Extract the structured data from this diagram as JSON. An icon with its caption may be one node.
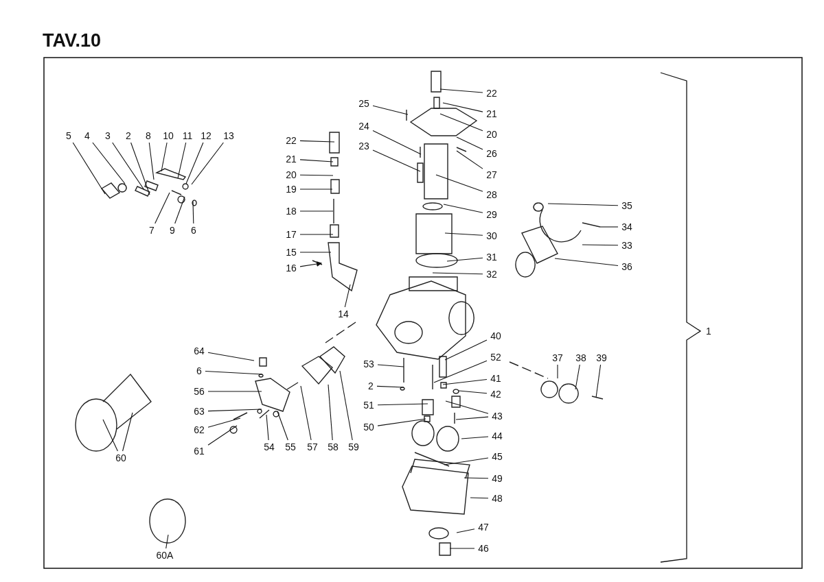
{
  "diagram": {
    "title": "TAV.10",
    "nodes": [
      {
        "text": [
          "5"
        ]
      },
      {
        "text": [
          "4"
        ]
      },
      {
        "text": [
          "3"
        ]
      },
      {
        "text": [
          "2"
        ]
      },
      {
        "text": [
          "8"
        ]
      },
      {
        "text": [
          "10"
        ]
      },
      {
        "text": [
          "11"
        ]
      },
      {
        "text": [
          "12"
        ]
      },
      {
        "text": [
          "13"
        ]
      },
      {
        "text": [
          "7"
        ]
      },
      {
        "text": [
          "9"
        ]
      },
      {
        "text": [
          "6"
        ]
      },
      {
        "text": [
          "22"
        ]
      },
      {
        "text": [
          "21"
        ]
      },
      {
        "text": [
          "20"
        ]
      },
      {
        "text": [
          "19"
        ]
      },
      {
        "text": [
          "18"
        ]
      },
      {
        "text": [
          "17"
        ]
      },
      {
        "text": [
          "15"
        ]
      },
      {
        "text": [
          "16"
        ]
      },
      {
        "text": [
          "14"
        ]
      },
      {
        "text": [
          "22"
        ]
      },
      {
        "text": [
          "25"
        ]
      },
      {
        "text": [
          "21"
        ]
      },
      {
        "text": [
          "20"
        ]
      },
      {
        "text": [
          "24"
        ]
      },
      {
        "text": [
          "26"
        ]
      },
      {
        "text": [
          "23"
        ]
      },
      {
        "text": [
          "27"
        ]
      },
      {
        "text": [
          "28"
        ]
      },
      {
        "text": [
          "29"
        ]
      },
      {
        "text": [
          "30"
        ]
      },
      {
        "text": [
          "31"
        ]
      },
      {
        "text": [
          "32"
        ]
      },
      {
        "text": [
          "35"
        ]
      },
      {
        "text": [
          "34"
        ]
      },
      {
        "text": [
          "33"
        ]
      },
      {
        "text": [
          "36"
        ]
      },
      {
        "text": [
          "40"
        ]
      },
      {
        "text": [
          "64"
        ]
      },
      {
        "text": [
          "53"
        ]
      },
      {
        "text": [
          "52"
        ]
      },
      {
        "text": [
          "37"
        ]
      },
      {
        "text": [
          "38"
        ]
      },
      {
        "text": [
          "39"
        ]
      },
      {
        "text": [
          "6"
        ]
      },
      {
        "text": [
          "2"
        ]
      },
      {
        "text": [
          "41"
        ]
      },
      {
        "text": [
          "42"
        ]
      },
      {
        "text": [
          "56"
        ]
      },
      {
        "text": [
          "51"
        ]
      },
      {
        "text": [
          "63"
        ]
      },
      {
        "text": [
          "43"
        ]
      },
      {
        "text": [
          "62"
        ]
      },
      {
        "text": [
          "50"
        ]
      },
      {
        "text": [
          "44"
        ]
      },
      {
        "text": [
          "61"
        ]
      },
      {
        "text": [
          "54"
        ]
      },
      {
        "text": [
          "55"
        ]
      },
      {
        "text": [
          "57"
        ]
      },
      {
        "text": [
          "58"
        ]
      },
      {
        "text": [
          "59"
        ]
      },
      {
        "text": [
          "60"
        ]
      },
      {
        "text": [
          "45"
        ]
      },
      {
        "text": [
          "49"
        ]
      },
      {
        "text": [
          "48"
        ]
      },
      {
        "text": [
          "47"
        ]
      },
      {
        "text": [
          "46"
        ]
      },
      {
        "text": [
          "60A"
        ]
      }
    ],
    "edges": [
      {
        "from": 0,
        "to": null,
        "arrow": "none"
      },
      {
        "from": 1,
        "to": null,
        "arrow": "none"
      },
      {
        "from": 2,
        "to": null,
        "arrow": "none"
      },
      {
        "from": 3,
        "to": null,
        "arrow": "none"
      },
      {
        "from": 4,
        "to": null,
        "arrow": "none"
      },
      {
        "from": 5,
        "to": null,
        "arrow": "none"
      },
      {
        "from": 6,
        "to": null,
        "arrow": "none"
      },
      {
        "from": 7,
        "to": null,
        "arrow": "none"
      },
      {
        "from": 8,
        "to": null,
        "arrow": "none"
      },
      {
        "from": 9,
        "to": null,
        "arrow": "none"
      },
      {
        "from": 10,
        "to": null,
        "arrow": "none"
      },
      {
        "from": 11,
        "to": null,
        "arrow": "none"
      },
      {
        "from": 12,
        "to": null,
        "arrow": "none"
      },
      {
        "from": 13,
        "to": null,
        "arrow": "none"
      },
      {
        "from": 14,
        "to": null,
        "arrow": "none"
      },
      {
        "from": 15,
        "to": null,
        "arrow": "none"
      },
      {
        "from": 16,
        "to": null,
        "arrow": "none"
      },
      {
        "from": 17,
        "to": null,
        "arrow": "none"
      },
      {
        "from": 18,
        "to": null,
        "arrow": "none"
      },
      {
        "from": 19,
        "to": null,
        "arrow": "to"
      },
      {
        "from": 20,
        "to": null,
        "arrow": "none"
      },
      {
        "from": 21,
        "to": null,
        "arrow": "none"
      },
      {
        "from": 22,
        "to": null,
        "arrow": "none"
      },
      {
        "from": 23,
        "to": null,
        "arrow": "none"
      },
      {
        "from": 24,
        "to": null,
        "arrow": "none"
      },
      {
        "from": 25,
        "to": null,
        "arrow": "none"
      },
      {
        "from": 26,
        "to": null,
        "arrow": "none"
      },
      {
        "from": 27,
        "to": null,
        "arrow": "none"
      },
      {
        "from": 28,
        "to": null,
        "arrow": "none"
      },
      {
        "from": 29,
        "to": null,
        "arrow": "none"
      },
      {
        "from": 30,
        "to": null,
        "arrow": "none"
      },
      {
        "from": 31,
        "to": null,
        "arrow": "none"
      },
      {
        "from": 32,
        "to": null,
        "arrow": "none"
      },
      {
        "from": 33,
        "to": null,
        "arrow": "none"
      },
      {
        "from": 34,
        "to": null,
        "arrow": "none"
      },
      {
        "from": 35,
        "to": null,
        "arrow": "none"
      },
      {
        "from": 36,
        "to": null,
        "arrow": "none"
      },
      {
        "from": 37,
        "to": null,
        "arrow": "none"
      },
      {
        "from": 38,
        "to": null,
        "arrow": "none"
      },
      {
        "from": 39,
        "to": null,
        "arrow": "none"
      },
      {
        "from": 40,
        "to": null,
        "arrow": "none"
      },
      {
        "from": 41,
        "to": null,
        "arrow": "none"
      },
      {
        "from": 42,
        "to": null,
        "arrow": "none"
      },
      {
        "from": 43,
        "to": null,
        "arrow": "none"
      },
      {
        "from": 44,
        "to": null,
        "arrow": "none"
      },
      {
        "from": 45,
        "to": null,
        "arrow": "none"
      },
      {
        "from": 46,
        "to": null,
        "arrow": "none"
      },
      {
        "from": 47,
        "to": null,
        "arrow": "none"
      },
      {
        "from": 48,
        "to": null,
        "arrow": "none"
      },
      {
        "from": 49,
        "to": null,
        "arrow": "none"
      },
      {
        "from": 50,
        "to": null,
        "arrow": "none"
      },
      {
        "from": 51,
        "to": null,
        "arrow": "none"
      },
      {
        "from": 52,
        "to": null,
        "arrow": "none"
      },
      {
        "from": 52,
        "to": null,
        "arrow": "none"
      },
      {
        "from": 53,
        "to": null,
        "arrow": "none"
      },
      {
        "from": 54,
        "to": null,
        "arrow": "none"
      },
      {
        "from": 55,
        "to": null,
        "arrow": "none"
      },
      {
        "from": 56,
        "to": null,
        "arrow": "none"
      },
      {
        "from": 57,
        "to": null,
        "arrow": "none"
      },
      {
        "from": 58,
        "to": null,
        "arrow": "none"
      },
      {
        "from": 59,
        "to": null,
        "arrow": "none"
      },
      {
        "from": 60,
        "to": null,
        "arrow": "none"
      },
      {
        "from": 61,
        "to": null,
        "arrow": "none"
      },
      {
        "from": 62,
        "to": null,
        "arrow": "none"
      },
      {
        "from": 62,
        "to": null,
        "arrow": "none"
      },
      {
        "from": 63,
        "to": null,
        "arrow": "none"
      },
      {
        "from": 64,
        "to": null,
        "arrow": "none"
      },
      {
        "from": 65,
        "to": null,
        "arrow": "none"
      },
      {
        "from": 66,
        "to": null,
        "arrow": "none"
      },
      {
        "from": 67,
        "to": null,
        "arrow": "none"
      },
      {
        "from": 68,
        "to": null,
        "arrow": "none"
      }
    ],
    "labels": [
      "1"
    ]
  }
}
